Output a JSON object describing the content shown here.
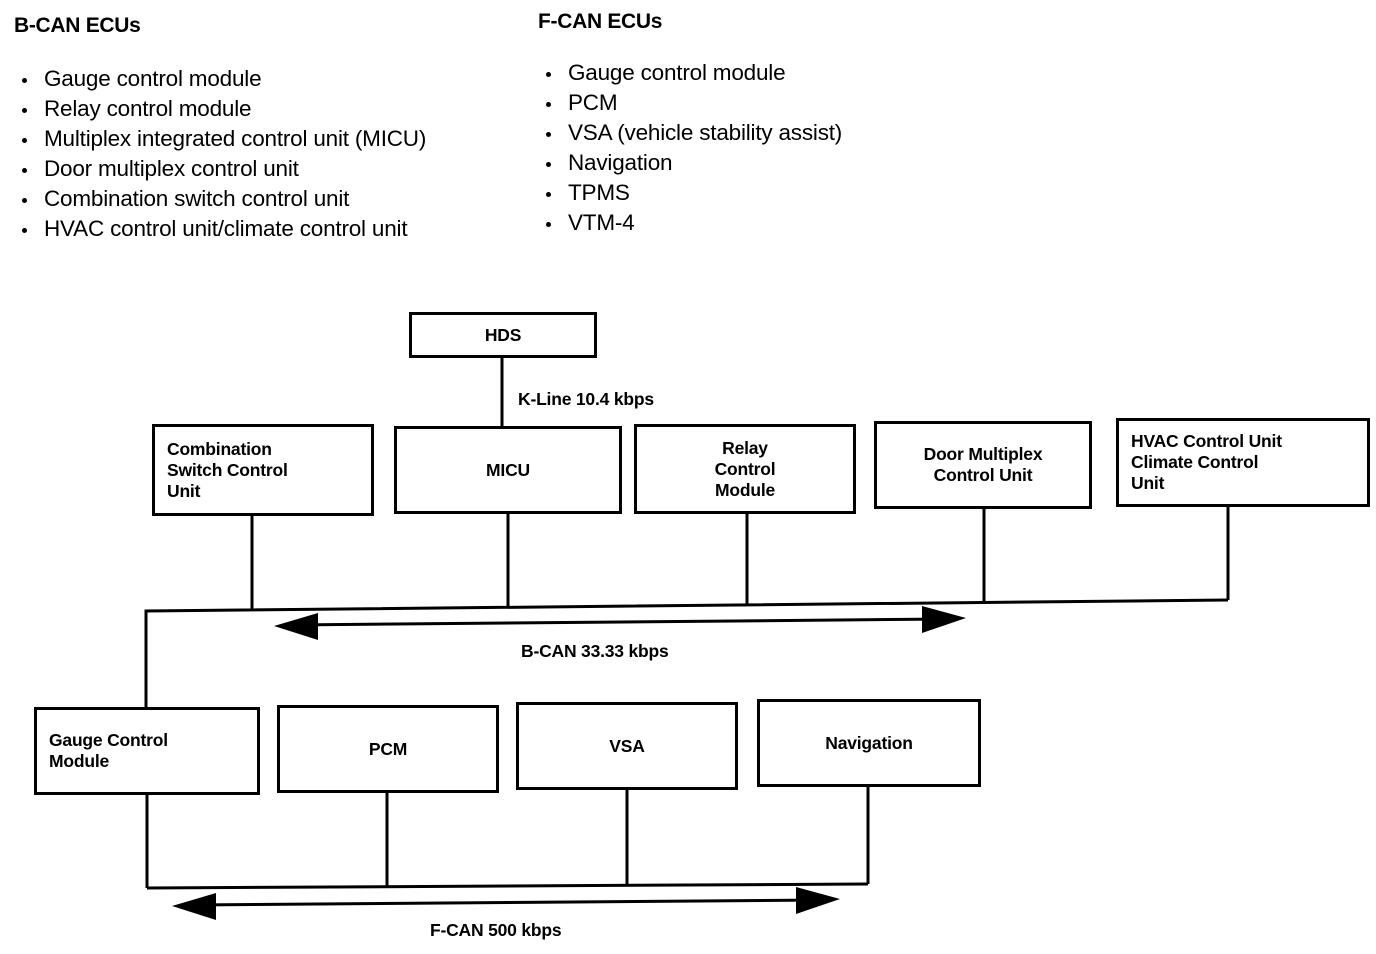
{
  "lists": {
    "bcan": {
      "heading": "B-CAN ECUs",
      "items": [
        "Gauge control module",
        "Relay control module",
        "Multiplex integrated control unit (MICU)",
        "Door multiplex control unit",
        "Combination switch control unit",
        "HVAC control unit/climate control unit"
      ]
    },
    "fcan": {
      "heading": "F-CAN ECUs",
      "items": [
        "Gauge control module",
        "PCM",
        "VSA (vehicle stability assist)",
        "Navigation",
        "TPMS",
        "VTM-4"
      ]
    }
  },
  "diagram": {
    "hds": "HDS",
    "kline_label": "K-Line 10.4 kbps",
    "bcan_bus_label": "B-CAN 33.33 kbps",
    "fcan_bus_label": "F-CAN 500 kbps",
    "bcan_nodes": [
      "Combination\nSwitch Control\nUnit",
      "MICU",
      "Relay\nControl\nModule",
      "Door Multiplex\nControl Unit",
      "HVAC Control Unit\nClimate Control\nUnit"
    ],
    "fcan_nodes": [
      "Gauge Control\nModule",
      "PCM",
      "VSA",
      "Navigation"
    ]
  },
  "colors": {
    "ink": "#000000",
    "paper": "#ffffff"
  }
}
